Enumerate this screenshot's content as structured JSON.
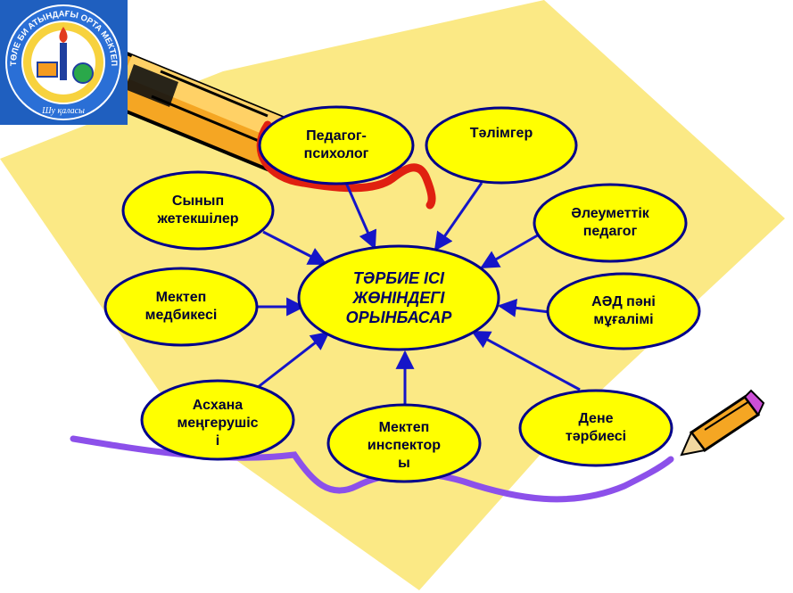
{
  "colors": {
    "background": "#ffffff",
    "paper": "#fbe985",
    "node_fill": "#ffff00",
    "node_stroke": "#00008b",
    "arrow": "#1515c8",
    "purple_line": "#8c50ea",
    "red_line": "#e02010",
    "logo_bg": "#1f5fbf"
  },
  "logo": {
    "ring_text": "ТӨЛЕ БИ АТЫНДАҒЫ ОРТА МЕКТЕП",
    "bottom_text": "Шу қаласы"
  },
  "center": {
    "label": "ТӘРБИЕ ІСІ\nЖӨНІНДЕГІ\nОРЫНБАСАР"
  },
  "nodes": [
    {
      "id": "pedagog-psiholog",
      "label": "Педагог-\nпсихолог"
    },
    {
      "id": "talimger",
      "label": "Тәлімгер"
    },
    {
      "id": "aleumettik-pedagog",
      "label": "Әлеуметтік\nпедагог"
    },
    {
      "id": "aad-pani",
      "label": "АӘД пәні\nмұғалімі"
    },
    {
      "id": "dene-tarbiesi",
      "label": "Дене\nтәрбиесі"
    },
    {
      "id": "mektep-inspektory",
      "label": "Мектеп\nинспектор\nы"
    },
    {
      "id": "ashana",
      "label": "Асхана\nмеңгерушіс\nі"
    },
    {
      "id": "mektep-medbikesi",
      "label": "Мектеп\nмедбикесі"
    },
    {
      "id": "synyp-zhetekshiler",
      "label": "Сынып\nжетекшілер"
    }
  ],
  "icons": [
    "logo-emblem",
    "pencil-large-icon",
    "pencil-small-icon"
  ]
}
